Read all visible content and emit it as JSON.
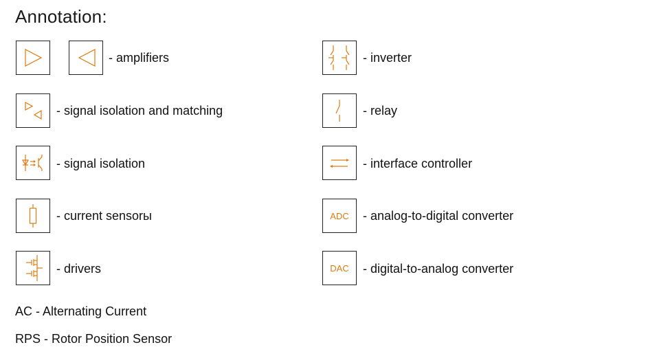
{
  "title": "Annotation:",
  "colors": {
    "accent": "#e07a10",
    "border": "#222222",
    "text": "#111111"
  },
  "legend_left": [
    {
      "icons": [
        "amplifier-right-icon",
        "amplifier-left-icon"
      ],
      "label": "- amplifiers"
    },
    {
      "icons": [
        "signal-isolation-matching-icon"
      ],
      "label": "- signal isolation and matching"
    },
    {
      "icons": [
        "optocoupler-icon"
      ],
      "label": "- signal isolation"
    },
    {
      "icons": [
        "current-sensor-icon"
      ],
      "label": "- current sensorы"
    },
    {
      "icons": [
        "driver-icon"
      ],
      "label": "- drivers"
    }
  ],
  "legend_right": [
    {
      "icons": [
        "inverter-icon"
      ],
      "label": "- inverter"
    },
    {
      "icons": [
        "relay-icon"
      ],
      "label": "- relay"
    },
    {
      "icons": [
        "interface-controller-icon"
      ],
      "label": "- interface controller"
    },
    {
      "icons": [
        "adc-icon"
      ],
      "box_text": "ADC",
      "label": "- analog-to-digital converter"
    },
    {
      "icons": [
        "dac-icon"
      ],
      "box_text": "DAC",
      "label": "- digital-to-analog converter"
    }
  ],
  "footnotes": [
    "AC - Alternating Current",
    "RPS - Rotor Position Sensor"
  ]
}
